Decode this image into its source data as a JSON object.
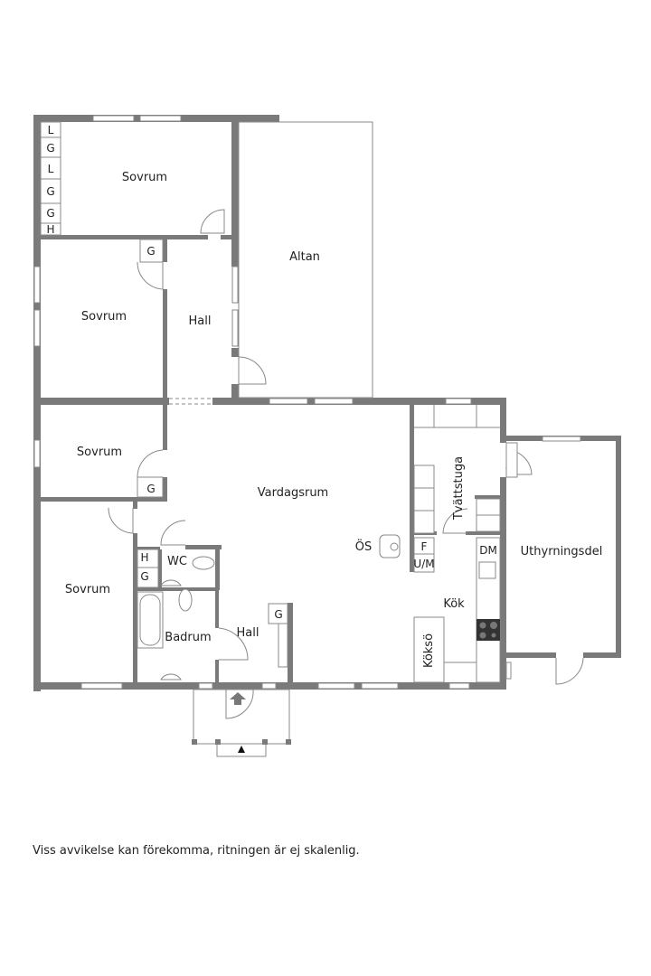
{
  "floorplan": {
    "rooms": {
      "sovrum_1": "Sovrum",
      "sovrum_2": "Sovrum",
      "sovrum_3": "Sovrum",
      "sovrum_4": "Sovrum",
      "altan": "Altan",
      "hall_1": "Hall",
      "hall_2": "Hall",
      "vardagsrum": "Vardagsrum",
      "tvattstuga": "Tvättstuga",
      "kok": "Kök",
      "koksö": "Köksö",
      "uthyrningsdel": "Uthyrningsdel",
      "wc": "WC",
      "badrum": "Badrum"
    },
    "closet_labels": {
      "top_col": [
        "L",
        "G",
        "L",
        "G",
        "G",
        "H"
      ],
      "g_hall_top": "G",
      "g_sovrum_3": "G",
      "h_bath": "H",
      "g_bath": "G",
      "g_hall_bottom": "G"
    },
    "fixtures": {
      "os": "ÖS",
      "f": "F",
      "um": "U/M",
      "dm": "DM"
    }
  },
  "footer": {
    "disclaimer": "Viss avvikelse kan förekomma, ritningen är ej skalenlig."
  },
  "colors": {
    "wall": "#7a7a7a",
    "line": "#555555",
    "text": "#222222",
    "background": "#ffffff"
  }
}
